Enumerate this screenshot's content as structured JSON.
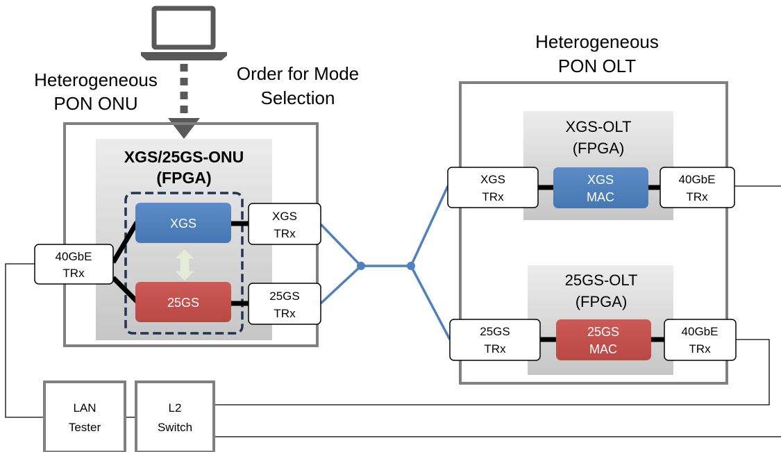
{
  "colors": {
    "xgs": "#4f81bd",
    "gs25": "#c0504d",
    "frame": "#808080",
    "fiber": "#4f81bd",
    "dashed": "#1f3550"
  },
  "icons": {
    "pc": "laptop-icon",
    "order_arrow": "dashed-down-arrow-icon",
    "mode_switch": "double-arrow-icon"
  },
  "labels": {
    "onu_title": [
      "Heterogeneous",
      "PON ONU"
    ],
    "order": [
      "Order for Mode",
      "Selection"
    ],
    "olt_title": [
      "Heterogeneous",
      "PON OLT"
    ]
  },
  "onu": {
    "fpga_title": [
      "XGS/25GS-ONU",
      "(FPGA)"
    ],
    "xgs_block": "XGS",
    "gs25_block": "25GS",
    "xgs_trx": [
      "XGS",
      "TRx"
    ],
    "gs25_trx": [
      "25GS",
      "TRx"
    ],
    "eth_trx": [
      "40GbE",
      "TRx"
    ]
  },
  "olt": {
    "xgs": {
      "title": [
        "XGS-OLT",
        "(FPGA)"
      ],
      "trx": [
        "XGS",
        "TRx"
      ],
      "mac": [
        "XGS",
        "MAC"
      ],
      "eth": [
        "40GbE",
        "TRx"
      ]
    },
    "gs25": {
      "title": [
        "25GS-OLT",
        "(FPGA)"
      ],
      "trx": [
        "25GS",
        "TRx"
      ],
      "mac": [
        "25GS",
        "MAC"
      ],
      "eth": [
        "40GbE",
        "TRx"
      ]
    }
  },
  "test": {
    "lan_tester": [
      "LAN",
      "Tester"
    ],
    "l2_switch": [
      "L2",
      "Switch"
    ]
  }
}
